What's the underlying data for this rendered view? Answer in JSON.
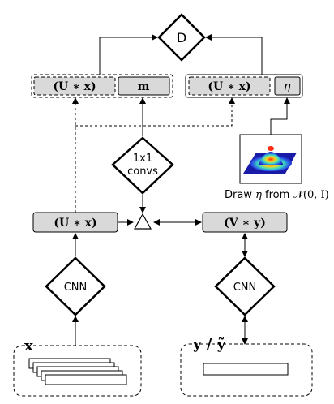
{
  "nodes": {
    "discriminator": "D",
    "real_conv_feat": "(U ∗ x)",
    "real_conv_feat_right": "(U ∗ x)",
    "mask_feat": "m",
    "noise_feat": "η",
    "combiner": "1x1\nconvs",
    "features_x": "(U ∗ x)",
    "features_y": "(V ∗ y)",
    "cnn_left": "CNN",
    "cnn_right": "CNN",
    "input_x": "x",
    "input_y": "y / ỹ"
  },
  "caption": {
    "prefix": "Draw ",
    "eta": "η",
    "middle": " from ",
    "dist": "𝒩(0, I)"
  },
  "icons": {
    "gaussian": "gaussian-surface-plot",
    "merge": "triangle-merge-node"
  },
  "colors": {
    "box_fill": "#d9d9d9",
    "stroke": "#000000",
    "gauss_bg": "#1a1aa8",
    "gauss_peak": "#ff3b1a"
  }
}
